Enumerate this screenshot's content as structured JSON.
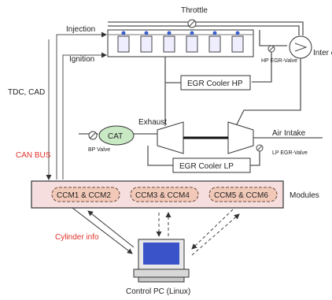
{
  "labels": {
    "throttle": "Throttle",
    "injection": "Injection",
    "ignition": "Ignition",
    "hp_egr_valve": "HP EGR-Valve",
    "inter_cooler": "Inter cooler",
    "egr_cooler_hp": "EGR Cooler HP",
    "tdc_cad": "TDC, CAD",
    "exhaust": "Exhaust",
    "cat": "CAT",
    "air_intake": "Air Intake",
    "bp_valve": "BP Valve",
    "lp_egr_valve": "LP EGR-Valve",
    "egr_cooler_lp": "EGR Cooler LP",
    "can_bus": "CAN BUS",
    "ccm12": "CCM1 & CCM2",
    "ccm34": "CCM3 & CCM4",
    "ccm56": "CCM5 & CCM6",
    "modules": "Modules",
    "cylinder_info": "Cylinder info",
    "control_pc": "Control PC (Linux)"
  },
  "colors": {
    "module_fill": "#f6dede",
    "ccm_fill": "#f2c9b8",
    "cat_fill": "#c9e8c4",
    "can_bus_text": "#e0302a",
    "engine_fill": "#ffffff"
  }
}
